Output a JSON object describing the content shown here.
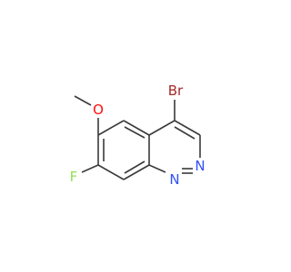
{
  "molecule": {
    "colors": {
      "bond": "#3a3a3a",
      "carbon": "#3a3a3a",
      "nitrogen": "#3050f8",
      "oxygen": "#ff0d0d",
      "fluorine": "#90e050",
      "bromine": "#a62929"
    },
    "atoms": {
      "br": {
        "symbol": "Br"
      },
      "o": {
        "symbol": "O"
      },
      "f": {
        "symbol": "F"
      },
      "n1": {
        "symbol": "N"
      },
      "n2": {
        "symbol": "N"
      }
    }
  }
}
